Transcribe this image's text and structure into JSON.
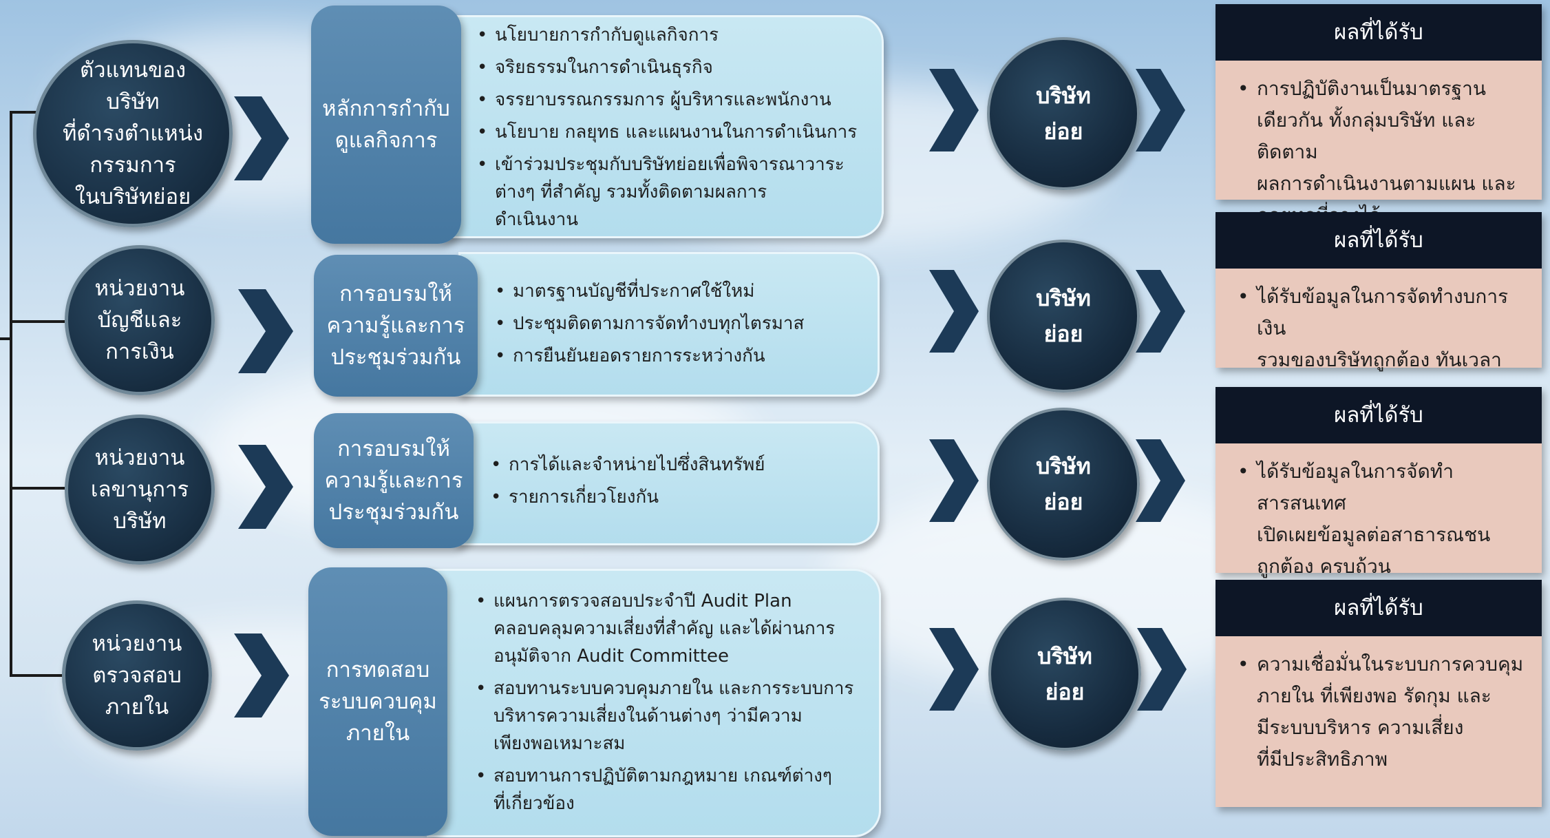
{
  "colors": {
    "circle": "#1a3146",
    "process": "#4577a0",
    "detail": "#b3dded",
    "result_head": "#0d1626",
    "result_body": "#e9c9bd",
    "chevron": "#1c3a57"
  },
  "rows": [
    {
      "unit": "ตัวแทนของ\nบริษัท\nที่ดำรงตำแหน่ง\nกรรมการ\nในบริษัทย่อย",
      "process": "หลักการกำกับ\nดูแลกิจการ",
      "details": [
        "นโยบายการกำกับดูแลกิจการ",
        "จริยธรรมในการดำเนินธุรกิจ",
        "จรรยาบรรณกรรมการ  ผู้บริหารและพนักงาน",
        "นโยบาย กลยุทธ และแผนงานในการดำเนินการ",
        "เข้าร่วมประชุมกับบริษัทย่อยเพื่อพิจารณาวาระ\nต่างๆ ที่สำคัญ รวมทั้งติดตามผลการ\nดำเนินงาน"
      ],
      "subsidiary": "บริษัท\nย่อย",
      "result_title": "ผลที่ได้รับ",
      "results": [
        "การปฏิบัติงานเป็นมาตรฐาน\nเดียวกัน ทั้งกลุ่มบริษัท และติดตาม\nผลการดำเนินงานตามแผน และ\nกลยุทธที่วางไว้"
      ]
    },
    {
      "unit": "หน่วยงาน\nบัญชีและ\nการเงิน",
      "process": "การอบรมให้\nความรู้และการ\nประชุมร่วมกัน",
      "details": [
        "มาตรฐานบัญชีที่ประกาศใช้ใหม่",
        "ประชุมติดตามการจัดทำงบทุกไตรมาส",
        "การยืนยันยอดรายการระหว่างกัน"
      ],
      "subsidiary": "บริษัท\nย่อย",
      "result_title": "ผลที่ได้รับ",
      "results": [
        "ได้รับข้อมูลในการจัดทำงบการเงิน\nรวมของบริษัทถูกต้อง ทันเวลา"
      ]
    },
    {
      "unit": "หน่วยงาน\nเลขานุการ\nบริษัท",
      "process": "การอบรมให้\nความรู้และการ\nประชุมร่วมกัน",
      "details": [
        "การได้และจำหน่ายไปซึ่งสินทรัพย์",
        "รายการเกี่ยวโยงกัน"
      ],
      "subsidiary": "บริษัท\nย่อย",
      "result_title": "ผลที่ได้รับ",
      "results": [
        "ได้รับข้อมูลในการจัดทำสารสนเทศ\nเปิดเผยข้อมูลต่อสาธารณชน\nถูกต้อง ครบถ้วน"
      ]
    },
    {
      "unit": "หน่วยงาน\nตรวจสอบ\nภายใน",
      "process": "การทดสอบ\nระบบควบคุม\nภายใน",
      "details": [
        "แผนการตรวจสอบประจำปี Audit Plan\nคลอบคลุมความเสี่ยงที่สำคัญ และได้ผ่านการ\nอนุมัติจาก Audit Committee",
        "สอบทานระบบควบคุมภายใน และการระบบการ\nบริหารความเสี่ยงในด้านต่างๆ ว่ามีความ\nเพียงพอเหมาะสม",
        "สอบทานการปฏิบัติตามกฎหมาย เกณฑ์ต่างๆ\nที่เกี่ยวข้อง"
      ],
      "subsidiary": "บริษัท\nย่อย",
      "result_title": "ผลที่ได้รับ",
      "results": [
        "ความเชื่อมั่นในระบบการควบคุม\nภายใน  ที่เพียงพอ รัดกุม และ\nมีระบบบริหาร  ความเสี่ยง\nที่มีประสิทธิภาพ"
      ]
    }
  ]
}
